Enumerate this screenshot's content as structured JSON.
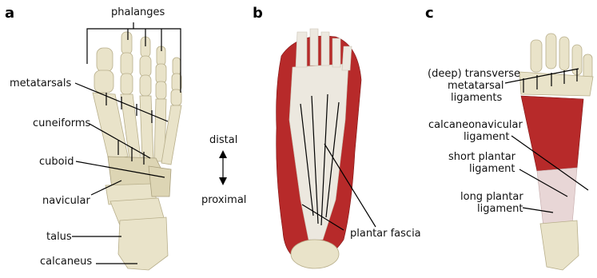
{
  "panels": {
    "a": "a",
    "b": "b",
    "c": "c"
  },
  "labels": {
    "phalanges": "phalanges",
    "metatarsals": "metatarsals",
    "cuneiforms": "cuneiforms",
    "cuboid": "cuboid",
    "navicular": "navicular",
    "talus": "talus",
    "calcaneus": "calcaneus",
    "distal": "distal",
    "proximal": "proximal",
    "plantar_fascia": "plantar fascia",
    "transverse_metatarsal_line1": "(deep) transverse",
    "transverse_metatarsal_line2": "metatarsal",
    "transverse_metatarsal_line3": "ligaments",
    "calcaneonavicular_line1": "calcaneonavicular",
    "calcaneonavicular_line2": "ligament",
    "short_plantar_line1": "short plantar",
    "short_plantar_line2": "ligament",
    "long_plantar_line1": "long plantar",
    "long_plantar_line2": "ligament"
  },
  "colors": {
    "bone": "#e9e3c9",
    "muscle": "#b72a2a",
    "fascia": "#ece8df",
    "ligament": "#e8d6d6",
    "line": "#000000"
  }
}
